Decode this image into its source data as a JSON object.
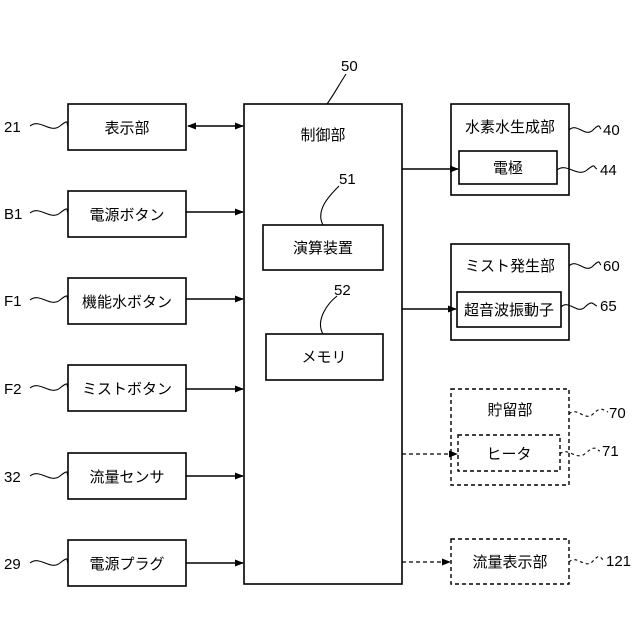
{
  "blocks": {
    "display": "表示部",
    "power_button": "電源ボタン",
    "functional_water_button": "機能水ボタン",
    "mist_button": "ミストボタン",
    "flow_sensor": "流量センサ",
    "power_plug": "電源プラグ",
    "controller": "制御部",
    "arithmetic_unit": "演算装置",
    "memory": "メモリ",
    "hydrogen_water_generator": "水素水生成部",
    "electrode": "電極",
    "mist_generator": "ミスト発生部",
    "ultrasonic_vibrator": "超音波振動子",
    "storage": "貯留部",
    "heater": "ヒータ",
    "flow_display": "流量表示部"
  },
  "refs": {
    "display": "21",
    "power_button": "B1",
    "functional_water_button": "F1",
    "mist_button": "F2",
    "flow_sensor": "32",
    "power_plug": "29",
    "controller": "50",
    "arithmetic_unit": "51",
    "memory": "52",
    "hydrogen_water_generator": "40",
    "electrode": "44",
    "mist_generator": "60",
    "ultrasonic_vibrator": "65",
    "storage": "70",
    "heater": "71",
    "flow_display": "121"
  }
}
